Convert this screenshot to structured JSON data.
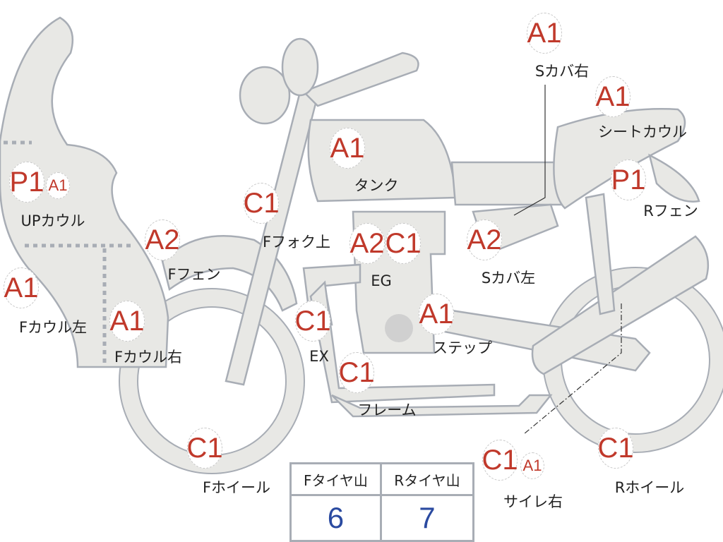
{
  "parts": [
    {
      "id": "s-cover-right",
      "grades": [
        "A1"
      ],
      "label": "Sカバ右"
    },
    {
      "id": "seat-cowl",
      "grades": [
        "A1"
      ],
      "label": "シートカウル"
    },
    {
      "id": "tank",
      "grades": [
        "A1"
      ],
      "label": "タンク"
    },
    {
      "id": "upper-cowl",
      "grades": [
        "P1",
        "A1"
      ],
      "label": "UPカウル"
    },
    {
      "id": "rear-fender",
      "grades": [
        "P1"
      ],
      "label": "Rフェン"
    },
    {
      "id": "front-fork-upper",
      "grades": [
        "C1"
      ],
      "label": "Fフォク上"
    },
    {
      "id": "front-fender",
      "grades": [
        "A2"
      ],
      "label": "Fフェン"
    },
    {
      "id": "engine",
      "grades": [
        "A2",
        "C1"
      ],
      "label": "EG"
    },
    {
      "id": "s-cover-left",
      "grades": [
        "A2"
      ],
      "label": "Sカバ左"
    },
    {
      "id": "front-cowl-left",
      "grades": [
        "A1"
      ],
      "label": "Fカウル左"
    },
    {
      "id": "front-cowl-right",
      "grades": [
        "A1"
      ],
      "label": "Fカウル右"
    },
    {
      "id": "exhaust",
      "grades": [
        "C1"
      ],
      "label": "EX"
    },
    {
      "id": "step",
      "grades": [
        "A1"
      ],
      "label": "ステップ"
    },
    {
      "id": "frame",
      "grades": [
        "C1"
      ],
      "label": "フレーム"
    },
    {
      "id": "front-wheel",
      "grades": [
        "C1"
      ],
      "label": "Fホイール"
    },
    {
      "id": "silencer-right",
      "grades": [
        "C1",
        "A1"
      ],
      "label": "サイレ右"
    },
    {
      "id": "rear-wheel",
      "grades": [
        "C1"
      ],
      "label": "Rホイール"
    }
  ],
  "tires": {
    "front_label": "Fタイヤ山",
    "rear_label": "Rタイヤ山",
    "front_value": "6",
    "rear_value": "7"
  },
  "colors": {
    "grade": "#c0392b",
    "tire_value": "#2a4aa0",
    "part_fill": "#e8e8e5",
    "part_stroke": "#a8adb5"
  }
}
